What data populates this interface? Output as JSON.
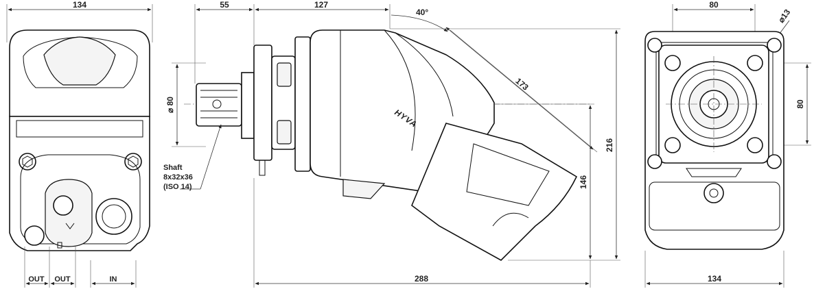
{
  "labels": {
    "logo_text": "HYVA",
    "shaft_callout": [
      "Shaft",
      "8x32x36",
      "(ISO 14)"
    ],
    "ports": {
      "out1": "OUT",
      "out2": "OUT",
      "in": "IN"
    }
  },
  "dimensions": {
    "rear_width": "134",
    "side_flange": "55",
    "side_body": "127",
    "angle": "40°",
    "diagonal_length": "173",
    "shaft_diameter": "⌀ 80",
    "overall_height": "216",
    "lower_height": "146",
    "overall_length": "288",
    "front_bolt_spacing": "80",
    "bolt_hole": "⌀13",
    "front_vertical": "80",
    "front_width": "134"
  }
}
